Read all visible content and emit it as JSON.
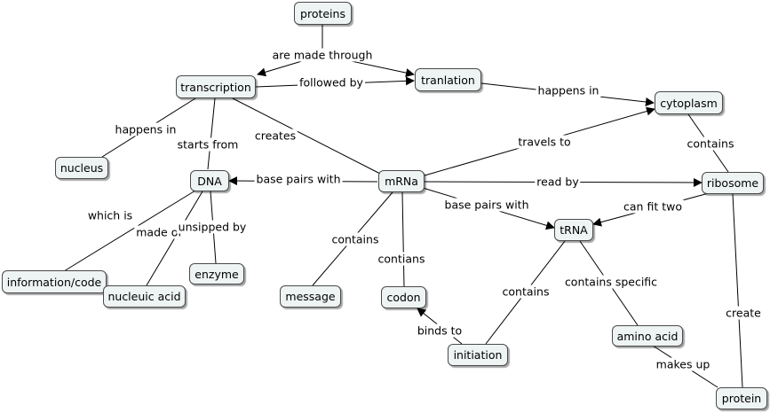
{
  "nodes": {
    "proteins": "proteins",
    "transcription": "transcription",
    "tranlation": "tranlation",
    "cytoplasm": "cytoplasm",
    "nucleus": "nucleus",
    "dna": "DNA",
    "mrna": "mRNa",
    "ribosome": "ribosome",
    "trna": "tRNA",
    "information_code": "information/code",
    "nucleuic_acid": "nucleuic acid",
    "enzyme": "enzyme",
    "message": "message",
    "codon": "codon",
    "initiation": "initiation",
    "amino_acid": "amino acid",
    "protein": "protein"
  },
  "labels": {
    "are_made_through": "are made through",
    "followed_by": "followed by",
    "happens_in_1": "happens in",
    "happens_in_2": "happens in",
    "starts_from": "starts from",
    "creates": "creates",
    "travels_to": "travels to",
    "contains_1": "contains",
    "base_pairs_with_1": "base pairs with",
    "read_by": "read by",
    "which_is": "which is",
    "made_of": "made of",
    "unsipped_by": "unsipped by",
    "base_pairs_with_2": "base pairs with",
    "can_fit_two": "can fit two",
    "contains_2": "contains",
    "contians": "contians",
    "contains_3": "contains",
    "contains_specific": "contains specific",
    "create": "create",
    "binds_to": "binds to",
    "makes_up": "makes up"
  },
  "colors": {
    "node_fill": "#eef3f3",
    "node_border": "#4a4a4a",
    "line": "#000000"
  }
}
